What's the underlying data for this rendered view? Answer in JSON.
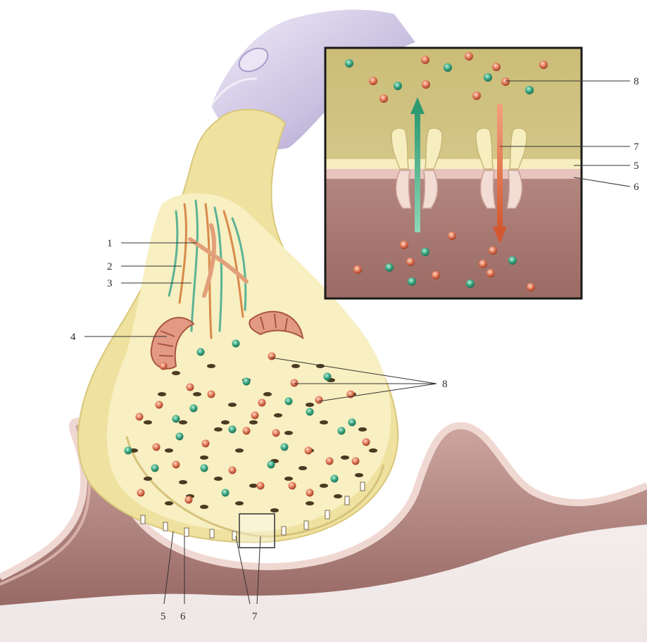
{
  "labels": {
    "l1": "1",
    "l2": "2",
    "l3": "3",
    "l4": "4",
    "l5": "5",
    "l6": "6",
    "l7": "7",
    "l8": "8",
    "inset_l8": "8",
    "inset_l7": "7",
    "inset_l5": "5",
    "inset_l6": "6"
  },
  "colors": {
    "axon_sheath": "#d4cbe6",
    "terminal": "#f2e7a6",
    "terminal_inner": "#f8f0c4",
    "postsynaptic": "#b98a86",
    "postsynaptic_light": "#e7c9c2",
    "inset_top": "#d4c788",
    "inset_bottom": "#a87a72",
    "ion_green": "#3aa883",
    "ion_orange": "#e27856",
    "mitochondria": "#e29a84",
    "filament_green": "#5bb393",
    "filament_orange": "#d88a4a"
  }
}
